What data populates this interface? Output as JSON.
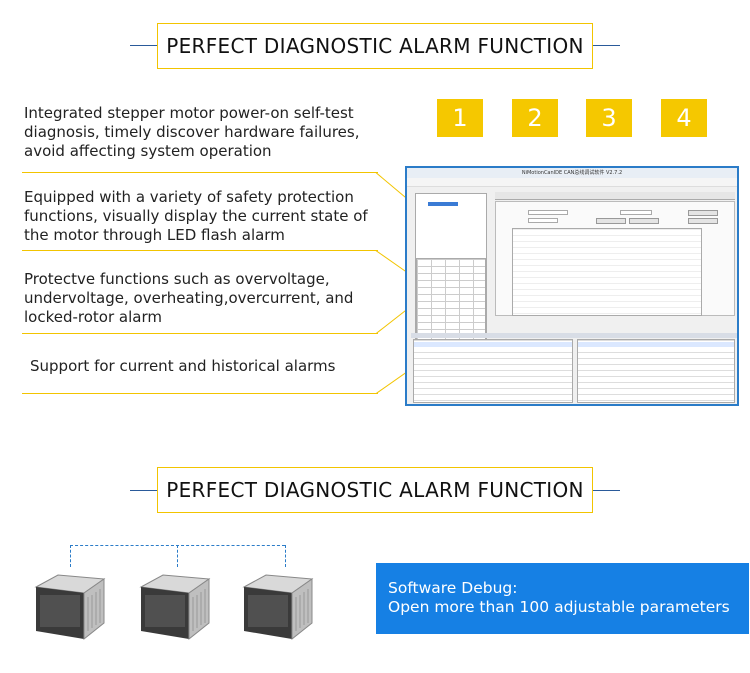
{
  "section_top": {
    "title": "PERFECT DIAGNOSTIC ALARM FUNCTION"
  },
  "section_bottom": {
    "title": "PERFECT DIAGNOSTIC ALARM FUNCTION"
  },
  "features": [
    {
      "text": " Integrated stepper motor power-on self-test diagnosis, timely discover hardware failures, avoid affecting system operation"
    },
    {
      "text": "Equipped with a variety of safety protection functions, visually display the current state of the motor through LED flash alarm"
    },
    {
      "text": "Protectve functions such as overvoltage, undervoltage, overheating,overcurrent, and locked-rotor alarm"
    },
    {
      "text": "Support for current and historical alarms"
    }
  ],
  "number_tiles": [
    "1",
    "2",
    "3",
    "4"
  ],
  "software_window": {
    "title": "NiMotionCanIDE CAN总线调试软件 V2.7.2"
  },
  "debug_box": {
    "line1": "Software Debug:",
    "line2": "Open more than 100 adjustable parameters"
  },
  "colors": {
    "accent_yellow": "#f5c800",
    "accent_blue": "#1680e4",
    "line_blue": "#2a5a9a"
  }
}
